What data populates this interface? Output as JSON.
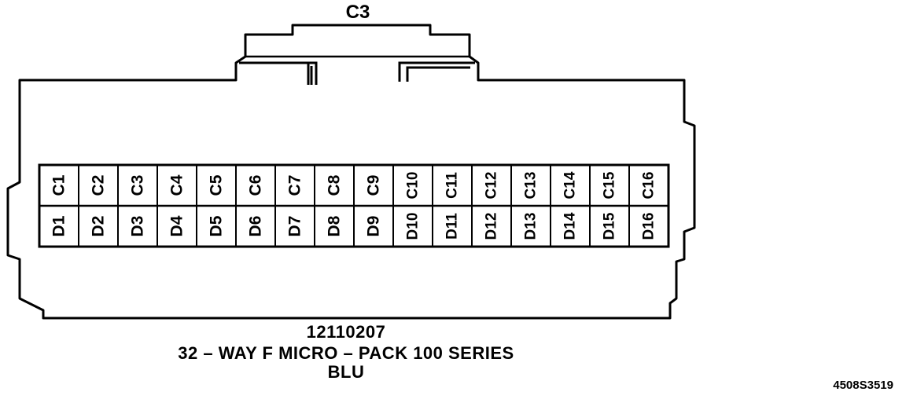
{
  "connector_name": "C3",
  "part_number": "12110207",
  "description": "32 – WAY F MICRO – PACK 100 SERIES",
  "color_code": "BLU",
  "figure_code": "4508S3519",
  "row_c": [
    "C1",
    "C2",
    "C3",
    "C4",
    "C5",
    "C6",
    "C7",
    "C8",
    "C9",
    "C10",
    "C11",
    "C12",
    "C13",
    "C14",
    "C15",
    "C16"
  ],
  "row_d": [
    "D1",
    "D2",
    "D3",
    "D4",
    "D5",
    "D6",
    "D7",
    "D8",
    "D9",
    "D10",
    "D11",
    "D12",
    "D13",
    "D14",
    "D15",
    "D16"
  ]
}
